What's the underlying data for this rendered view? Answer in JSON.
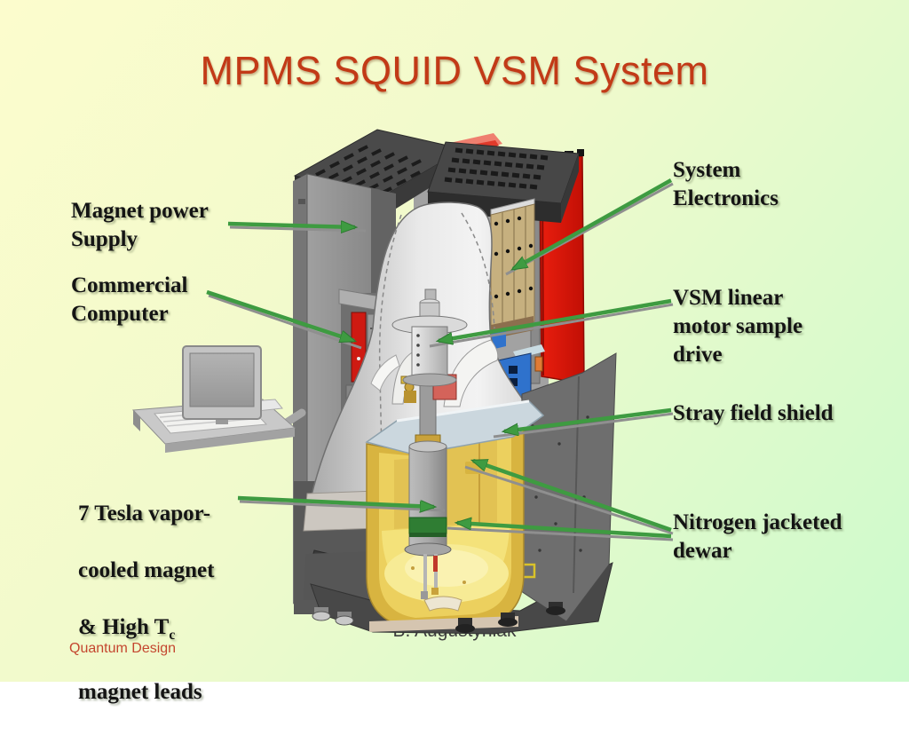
{
  "slide": {
    "title": "MPMS SQUID VSM System",
    "author_credit": "B. Augustyniak",
    "brand": "Quantum Design"
  },
  "labels": {
    "magnet_power_supply": "Magnet power\nSupply",
    "commercial_computer": "Commercial\nComputer",
    "tesla_magnet": {
      "line1": "7 Tesla vapor-",
      "line2": "cooled magnet",
      "line3_pre": "& High T",
      "line3_sub": "c",
      "line4": "magnet leads"
    },
    "system_electronics": "System\nElectronics",
    "vsm_drive": "VSM linear\nmotor sample\ndrive",
    "stray_field_shield": "Stray field shield",
    "nitrogen_dewar": "Nitrogen jacketed\ndewar"
  },
  "colors": {
    "title_red": "#c23a17",
    "label_text": "#141414",
    "arrow_green": "#3e9b41",
    "brand_red": "#c4462f",
    "credit_gray": "#3d3d3d",
    "background_top_left": "#fcfccd",
    "background_bottom_right": "#ccfacc",
    "machine_panel_red": "#df1508",
    "dewar_yellow": "#f3e079",
    "rack_tan": "#c6b07f",
    "module_blue": "#2f72cc"
  }
}
